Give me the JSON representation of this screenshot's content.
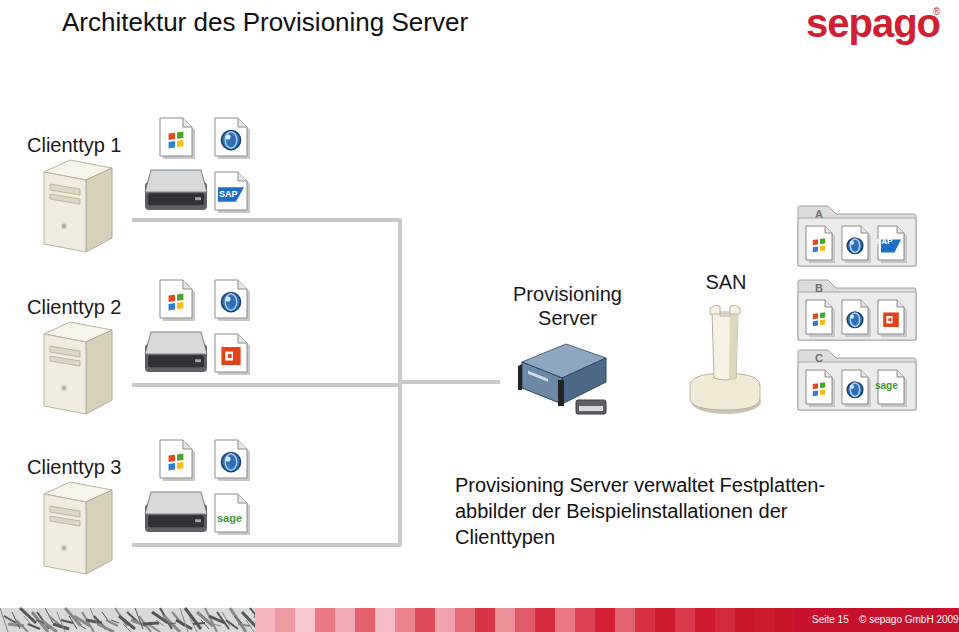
{
  "diagram": {
    "title": "Architektur des Provisioning Server",
    "caption": "Provisioning Server verwaltet Festplatten-abbilder der Beispielinstallationen der Clienttypen",
    "nodes": [
      {
        "text": [
          "Clienttyp 1"
        ]
      },
      {
        "text": [
          "Clienttyp 2"
        ]
      },
      {
        "text": [
          "Clienttyp 3"
        ]
      },
      {
        "text": [
          "Provisioning Server"
        ]
      },
      {
        "text": [
          "SAN"
        ]
      },
      {
        "text": [
          "A"
        ]
      },
      {
        "text": [
          "B"
        ]
      },
      {
        "text": [
          "C"
        ]
      }
    ],
    "edges": [
      {
        "from": 0,
        "to": 3,
        "arrow": "none"
      },
      {
        "from": 1,
        "to": 3,
        "arrow": "none"
      },
      {
        "from": 2,
        "to": 3,
        "arrow": "none"
      }
    ],
    "labels": [
      "sepago",
      "®",
      "SAP",
      "sage",
      "SAP",
      "sage",
      "Seite 15",
      "© sepago GmbH 2009"
    ]
  }
}
